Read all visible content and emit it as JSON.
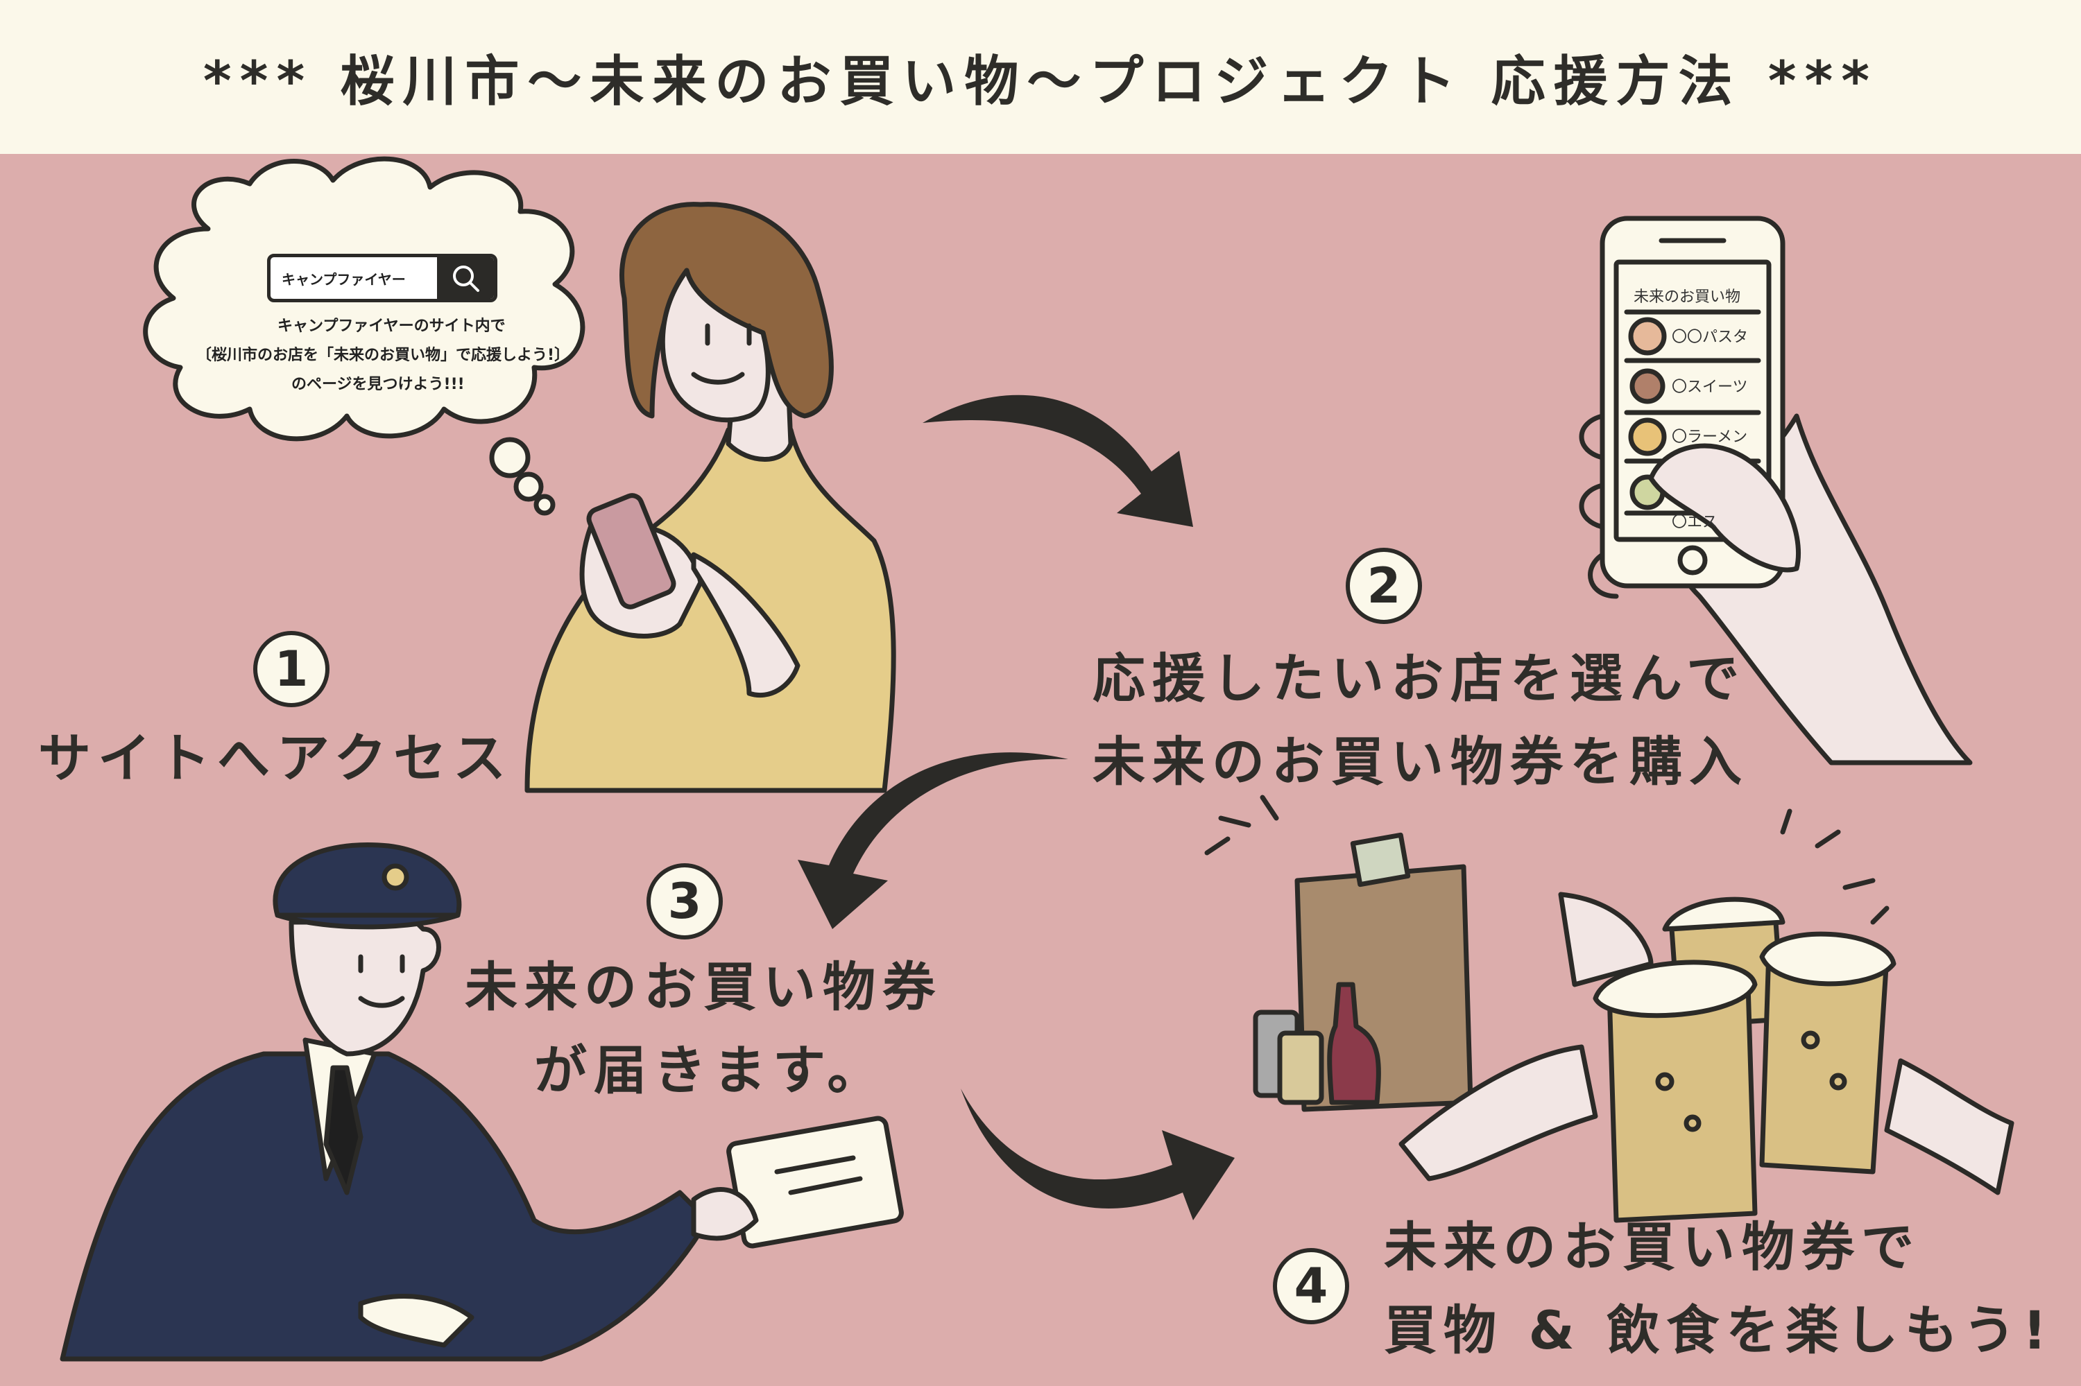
{
  "header": {
    "title": "*** 桜川市〜未来のお買い物〜プロジェクト 応援方法 ***"
  },
  "bubble": {
    "search_query": "キャンプファイヤー",
    "line1": "キャンプファイヤーのサイト内で",
    "line2": "〔桜川市のお店を「未来のお買い物」で応援しよう!〕",
    "line3": "のページを見つけよう!!!"
  },
  "phone_screen": {
    "title": "未来のお買い物",
    "items": [
      "〇〇パスタ",
      "〇スイーツ",
      "〇ラーメン",
      "〇エス"
    ]
  },
  "steps": [
    {
      "number": "1",
      "lines": [
        "サイトへアクセス"
      ]
    },
    {
      "number": "2",
      "lines": [
        "応援したいお店を選んで",
        "未来のお買い物券を購入"
      ]
    },
    {
      "number": "3",
      "lines": [
        "未来のお買い物券",
        "が届きます。"
      ]
    },
    {
      "number": "4",
      "lines": [
        "未来のお買い物券で",
        "買物 & 飲食を楽しもう!"
      ]
    }
  ],
  "colors": {
    "background": "#dcadac",
    "header": "#fbf8ea",
    "ink": "#2b2a27",
    "sweater": "#e5cd8a",
    "uniform": "#2b3552",
    "hair": "#8e6540",
    "beer": "#d9c084"
  }
}
